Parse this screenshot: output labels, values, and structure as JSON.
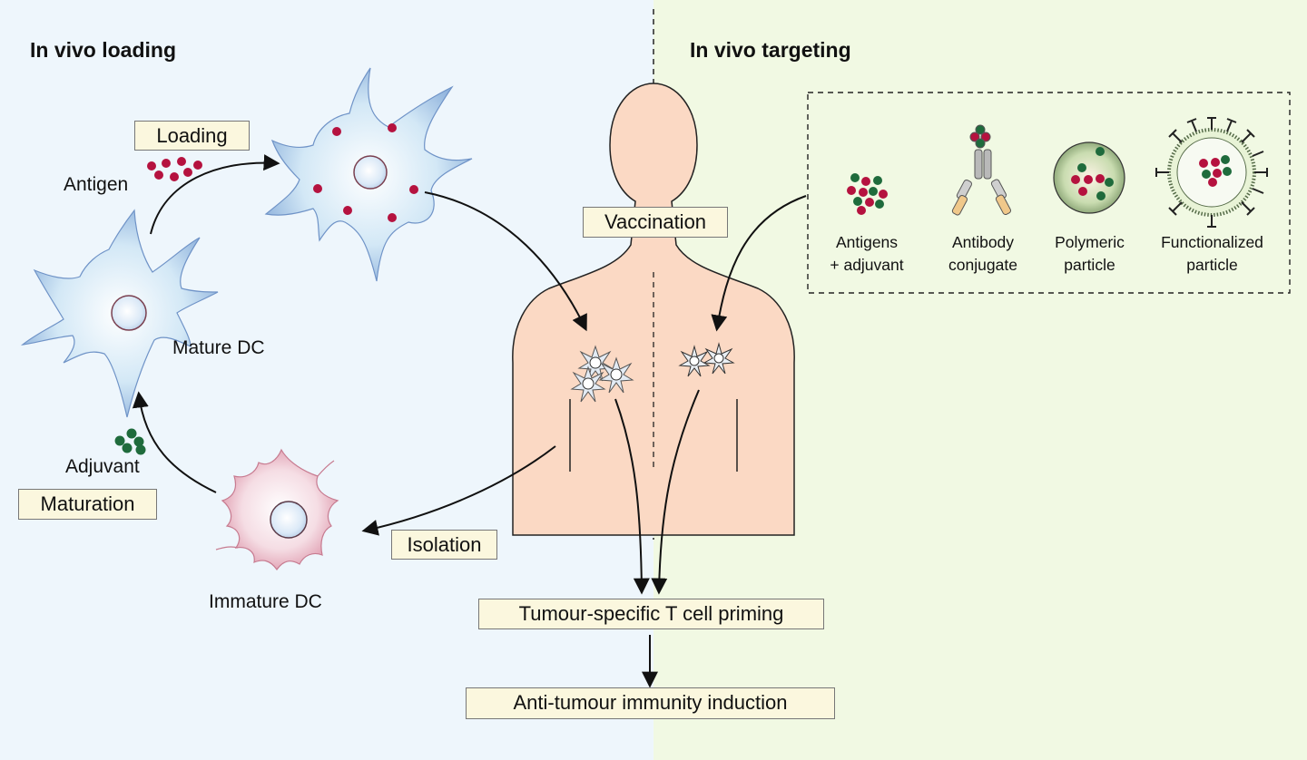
{
  "headings": {
    "left": "In vivo loading",
    "right": "In vivo targeting"
  },
  "labels": {
    "antigen": "Antigen",
    "mature_dc": "Mature DC",
    "adjuvant": "Adjuvant",
    "immature_dc": "Immature DC"
  },
  "steps": {
    "loading": "Loading",
    "maturation": "Maturation",
    "isolation": "Isolation",
    "vaccination": "Vaccination",
    "priming": "Tumour-specific T cell priming",
    "induction": "Anti-tumour immunity induction"
  },
  "formulations": [
    {
      "line1": "Antigens",
      "line2": "+ adjuvant"
    },
    {
      "line1": "Antibody",
      "line2": "conjugate"
    },
    {
      "line1": "Polymeric",
      "line2": "particle"
    },
    {
      "line1": "Functionalized",
      "line2": "particle"
    }
  ],
  "colors": {
    "antigen": "#b5123f",
    "adjuvant": "#1f6b3c",
    "body_skin": "#fbd9c4",
    "left_panel": "#eef6fc",
    "right_panel": "#f1f9e3",
    "label_box": "#fbf7de"
  }
}
